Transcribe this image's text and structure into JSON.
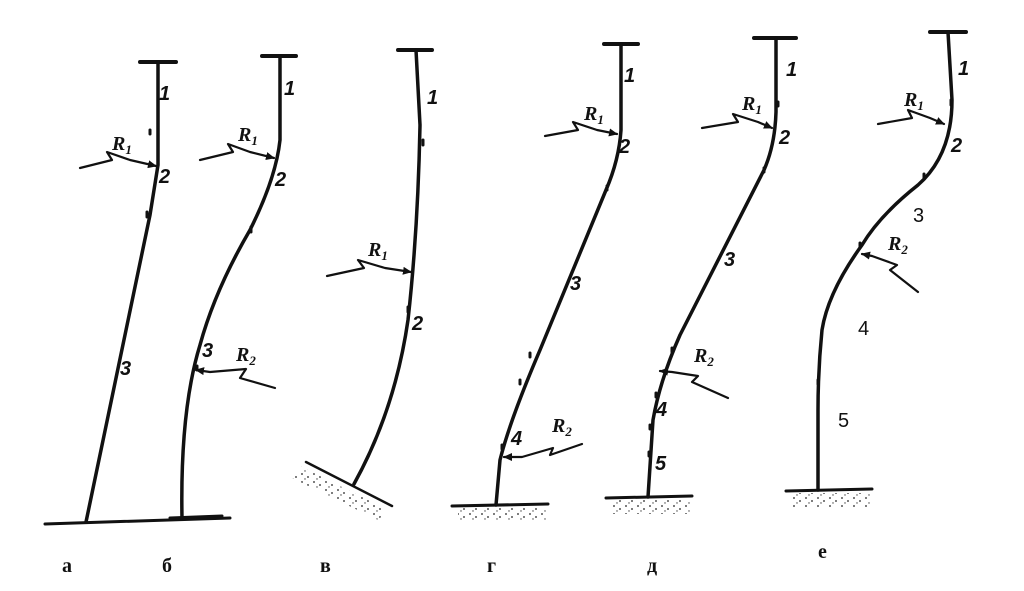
{
  "panels": [
    {
      "letter": "а",
      "segments": [
        "1",
        "2",
        "3"
      ],
      "forces": [
        {
          "symbol": "R",
          "sub": "1"
        }
      ]
    },
    {
      "letter": "б",
      "segments": [
        "1",
        "2",
        "3"
      ],
      "forces": [
        {
          "symbol": "R",
          "sub": "1"
        },
        {
          "symbol": "R",
          "sub": "2"
        }
      ]
    },
    {
      "letter": "в",
      "segments": [
        "1",
        "2"
      ],
      "forces": [
        {
          "symbol": "R",
          "sub": "1"
        }
      ]
    },
    {
      "letter": "г",
      "segments": [
        "1",
        "2",
        "3",
        "4"
      ],
      "forces": [
        {
          "symbol": "R",
          "sub": "1"
        },
        {
          "symbol": "R",
          "sub": "2"
        }
      ]
    },
    {
      "letter": "д",
      "segments": [
        "1",
        "2",
        "3",
        "4",
        "5"
      ],
      "forces": [
        {
          "symbol": "R",
          "sub": "1"
        },
        {
          "symbol": "R",
          "sub": "2"
        }
      ]
    },
    {
      "letter": "е",
      "segments": [
        "1",
        "2",
        "3",
        "4",
        "5"
      ],
      "forces": [
        {
          "symbol": "R",
          "sub": "1"
        },
        {
          "symbol": "R",
          "sub": "2"
        }
      ]
    }
  ]
}
